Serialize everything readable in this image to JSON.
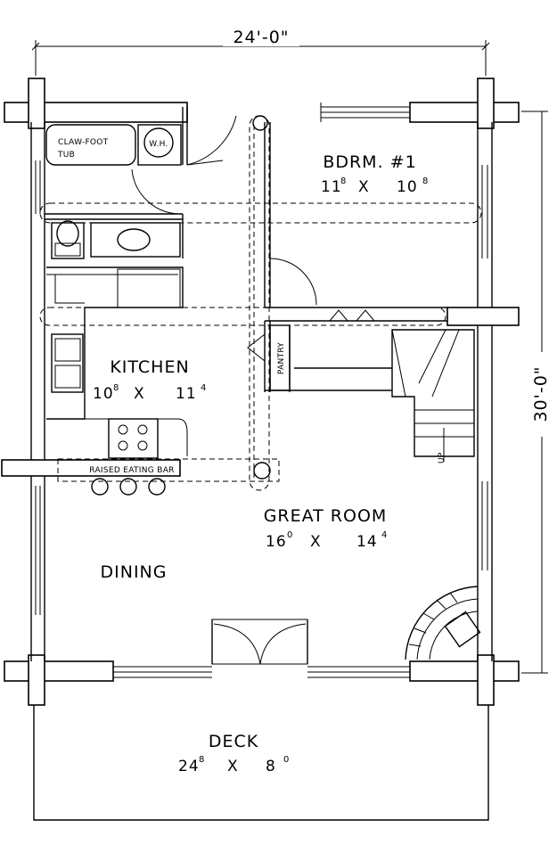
{
  "dimensions": {
    "width": "24'-0\"",
    "depth": "30'-0\""
  },
  "rooms": {
    "bedroom": {
      "name": "BDRM. #1",
      "w_ft": "11",
      "w_in": "8",
      "l_ft": "10",
      "l_in": "8"
    },
    "kitchen": {
      "name": "KITCHEN",
      "w_ft": "10",
      "w_in": "8",
      "l_ft": "11",
      "l_in": "4"
    },
    "great_room": {
      "name": "GREAT ROOM",
      "w_ft": "16",
      "w_in": "0",
      "l_ft": "14",
      "l_in": "4"
    },
    "dining": {
      "name": "DINING"
    },
    "deck": {
      "name": "DECK",
      "w_ft": "24",
      "w_in": "8",
      "l_ft": "8",
      "l_in": "0"
    }
  },
  "fixtures": {
    "tub_line1": "CLAW-FOOT",
    "tub_line2": "TUB",
    "water_heater": "W.H.",
    "pantry": "PANTRY",
    "eating_bar": "RAISED EATING BAR",
    "stairs_up": "UP"
  },
  "separator": "X"
}
